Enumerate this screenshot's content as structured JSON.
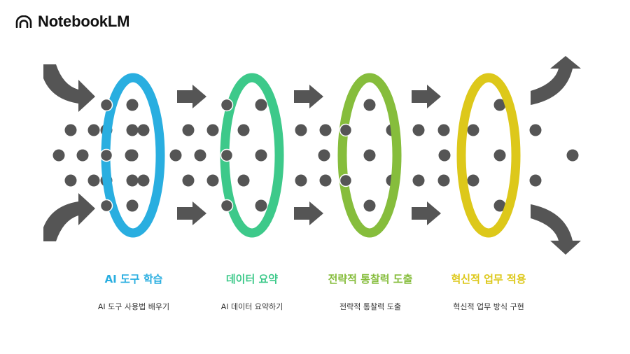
{
  "brand": {
    "name": "NotebookLM",
    "logo_icon": "notebooklm-logo-icon"
  },
  "colors": {
    "dot": "#555555",
    "arrow": "#555555"
  },
  "stages": [
    {
      "title": "AI 도구 학습",
      "desc": "AI 도구 사용법 배우기",
      "color": "#29aee0"
    },
    {
      "title": "데이터 요약",
      "desc": "AI 데이터 요약하기",
      "color": "#3dc98a"
    },
    {
      "title": "전략적 통찰력 도출",
      "desc": "전략적 통찰력 도출",
      "color": "#86bd3c"
    },
    {
      "title": "혁신적 업무 적용",
      "desc": "혁신적 업무 방식 구현",
      "color": "#ddc81a"
    }
  ]
}
